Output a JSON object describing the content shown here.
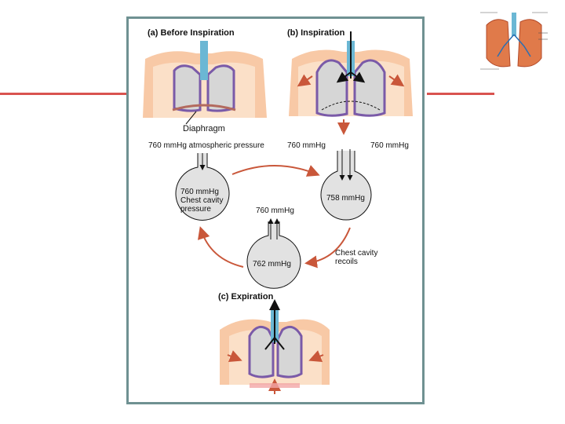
{
  "labels": {
    "before_inspiration": "(a) Before Inspiration",
    "inspiration": "(b) Inspiration",
    "expiration": "(c) Expiration",
    "diaphragm": "Diaphragm",
    "atmospheric": "760 mmHg atmospheric pressure",
    "atm_left": "760 mmHg",
    "atm_right": "760 mmHg",
    "flask_a_line1": "760 mmHg",
    "flask_a_line2": "Chest cavity",
    "flask_a_line3": "pressure",
    "flask_b": "758 mmHg",
    "flask_c_top": "760 mmHg",
    "flask_c": "762 mmHg",
    "recoil_line1": "Chest cavity",
    "recoil_line2": "recoils"
  },
  "colors": {
    "frame_border": "#6f9192",
    "accent_line": "#d9534f",
    "arrow": "#c9573a",
    "lung": "#d6d6d6",
    "lung_border": "#7a5aa8",
    "skin": "#f8c9a6",
    "trachea": "#6bb7d4"
  }
}
